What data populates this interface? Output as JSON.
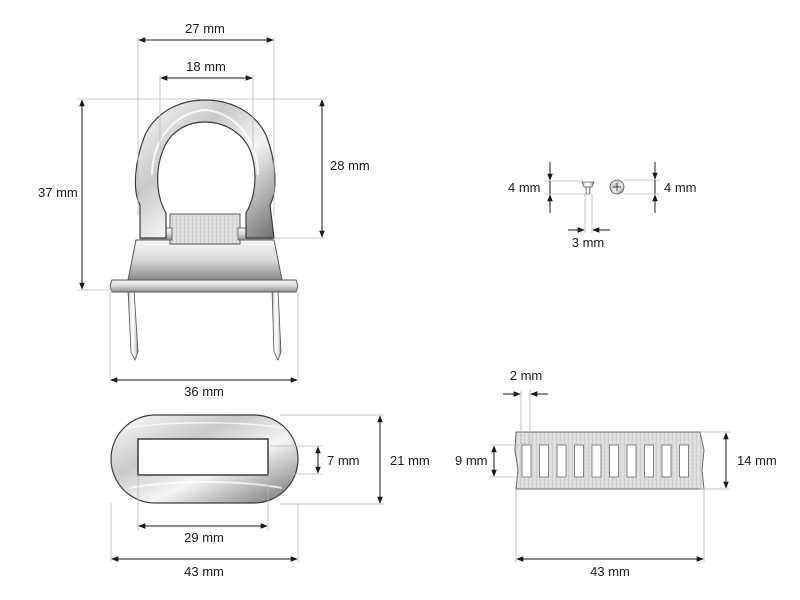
{
  "buckle": {
    "top_width": "27 mm",
    "ring_inner_width": "18 mm",
    "total_height": "37 mm",
    "ring_height": "28 mm",
    "base_width": "36 mm"
  },
  "screws": {
    "screw1_height": "4 mm",
    "screw2_height": "4 mm",
    "screw_width": "3 mm"
  },
  "ring_plate": {
    "slot_width": "29 mm",
    "total_width": "43 mm",
    "slot_height": "7 mm",
    "total_height": "21 mm"
  },
  "back_plate": {
    "slot_pitch": "2 mm",
    "slot_height": "9 mm",
    "total_height": "14 mm",
    "total_width": "43 mm"
  },
  "colors": {
    "metal_light": "#f4f4f4",
    "metal_mid": "#cfcfcf",
    "metal_dark": "#5a5a5a",
    "line": "#1a1a1a"
  }
}
